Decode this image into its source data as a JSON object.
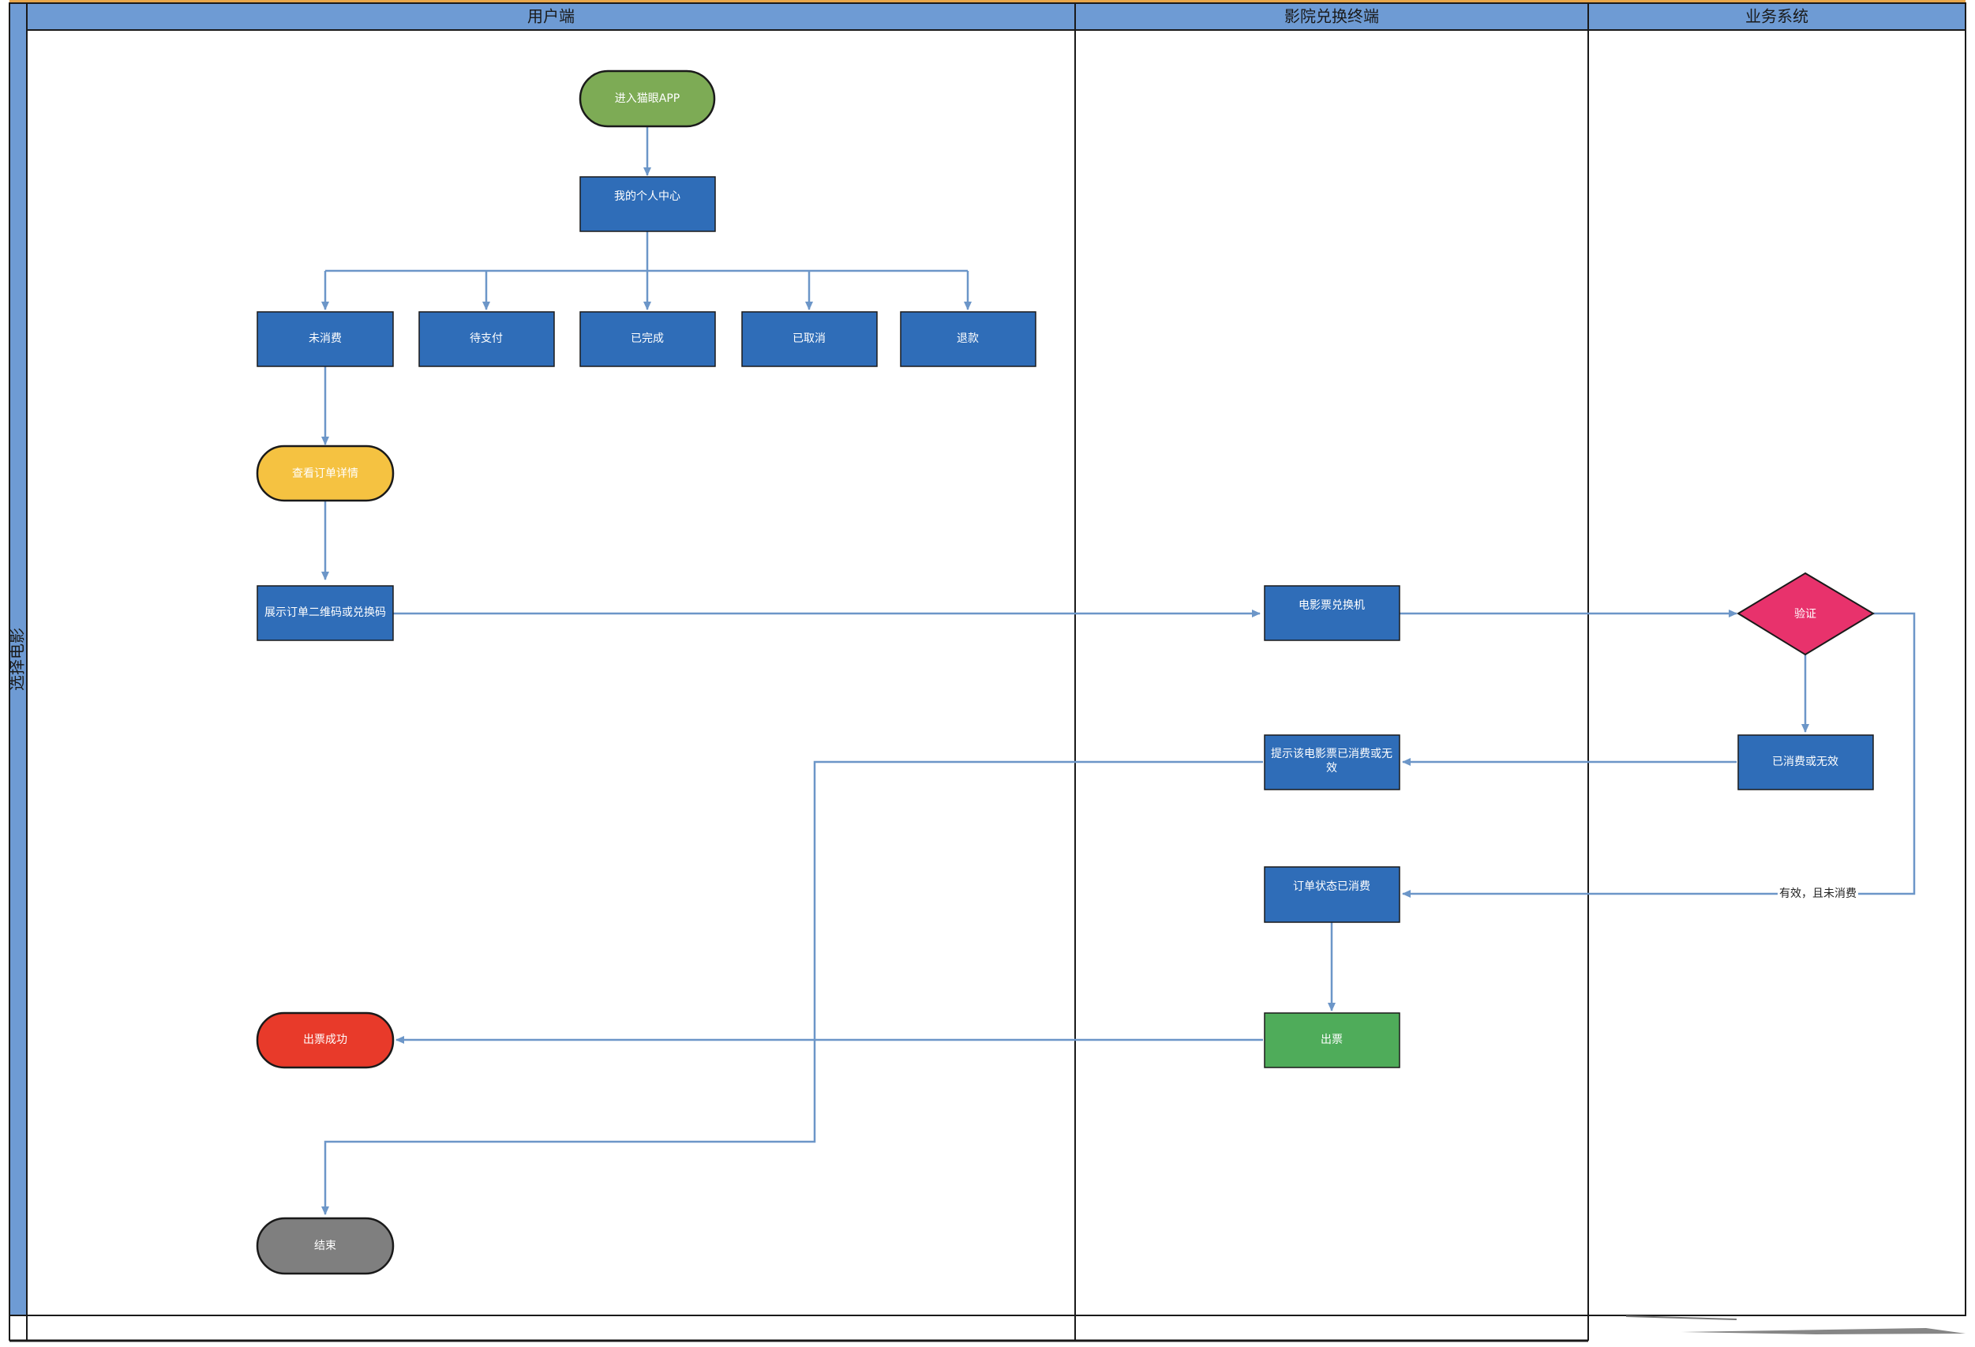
{
  "diagram": {
    "pool_label": "选择电影",
    "lanes": [
      "用户端",
      "影院兑换终端",
      "业务系统"
    ],
    "nodes": {
      "enter_app": "进入猫眼APP",
      "my_center": "我的个人中心",
      "unconsumed": "未消费",
      "pending_payment": "待支付",
      "completed": "已完成",
      "cancelled": "已取消",
      "refund": "退款",
      "view_order": "查看订单详情",
      "show_code": "展示订单二维码或兑换码",
      "ticket_machine": "电影票兑换机",
      "verify": "验证",
      "consumed_or_invalid": "已消费或无效",
      "prompt_invalid_line1": "提示该电影票已消费或无",
      "prompt_invalid_line2": "效",
      "order_consumed": "订单状态已消费",
      "issue_ticket": "出票",
      "ticket_success": "出票成功",
      "end": "结束"
    },
    "edge_labels": {
      "valid_unconsumed": "有效，且未消费"
    }
  },
  "colors": {
    "lane_header": "#6e9bd4",
    "lane_border": "#1a1a1a",
    "top_accent": "#e8a64a",
    "process_box": "#2f6db8",
    "arrow": "#6c96c8",
    "start_green": "#7dab55",
    "view_yellow": "#f5c241",
    "decision_pink": "#e8326c",
    "issue_green": "#4fac5a",
    "success_red": "#e83a2a",
    "end_gray": "#7f7f7f"
  }
}
